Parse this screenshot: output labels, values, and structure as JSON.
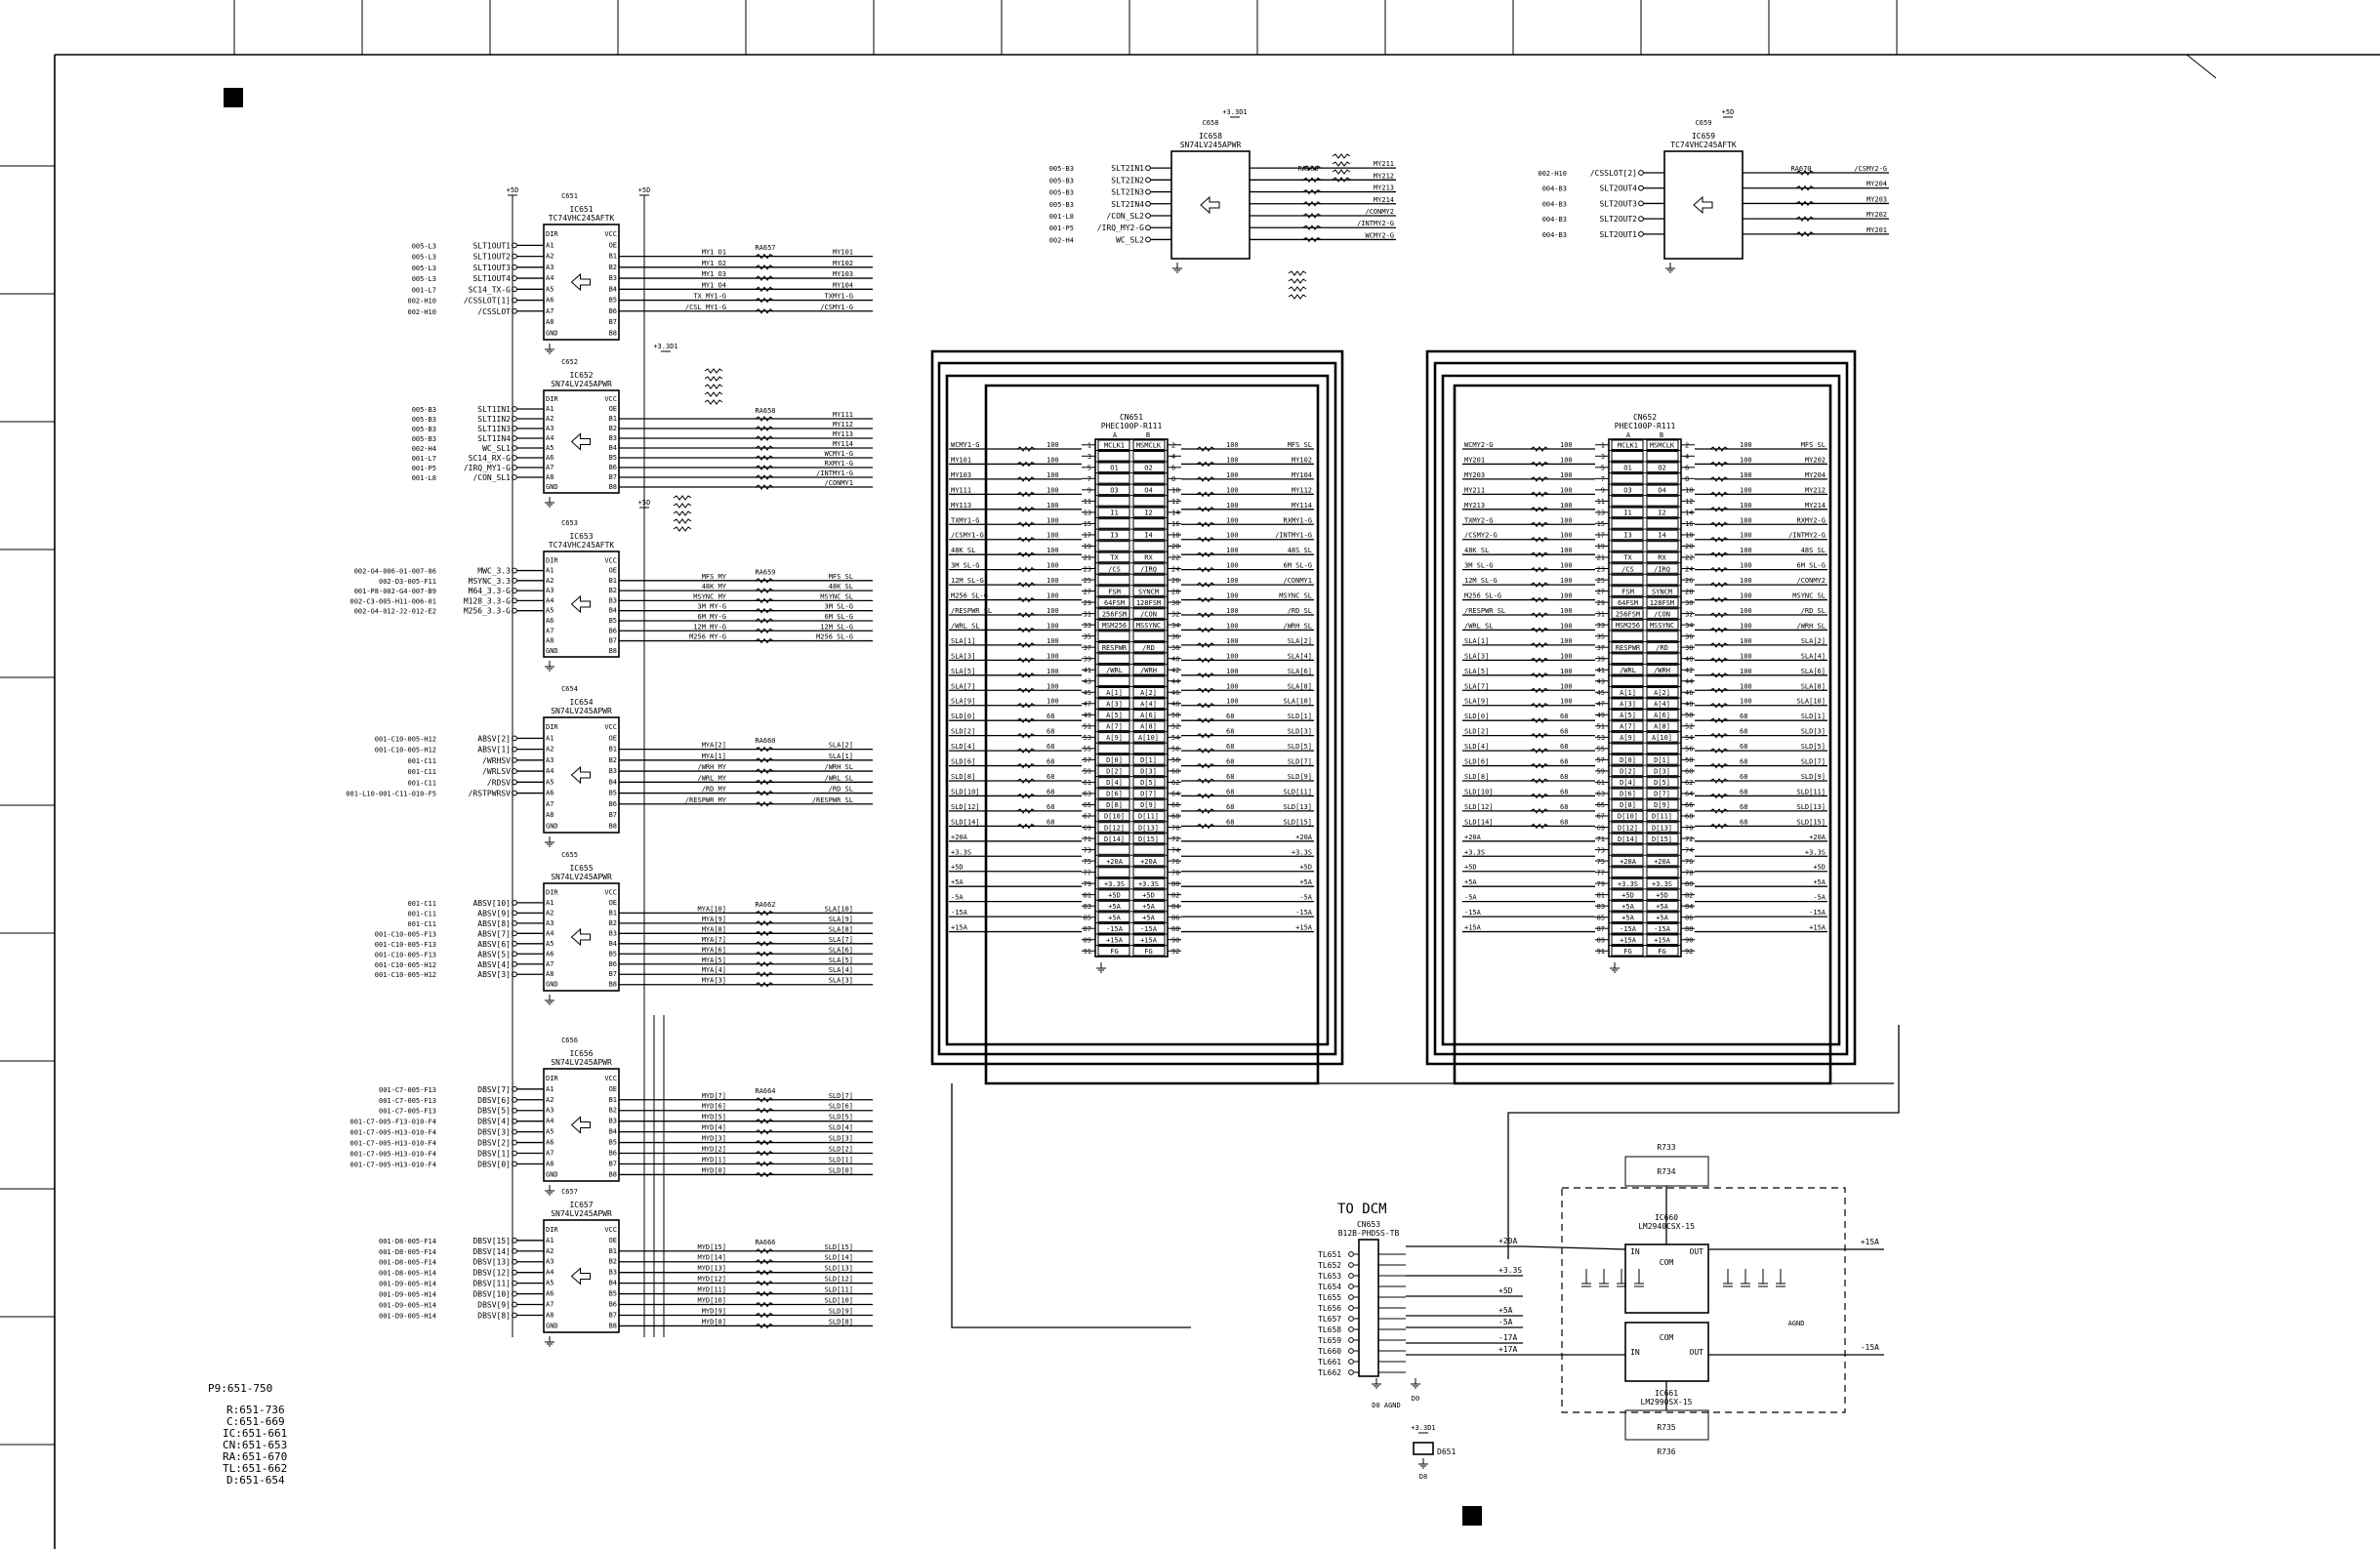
{
  "legend": {
    "lines": [
      "P9:651-750",
      "R:651-736",
      "C:651-669",
      "IC:651-661",
      "CN:651-653",
      "RA:651-670",
      "TL:651-662",
      "D:651-654"
    ]
  },
  "buffers": [
    {
      "id": "IC651",
      "part": "TC74VHC245AFTK",
      "cap": "C651",
      "left": [
        [
          "005-L3",
          "SLT1OUT1"
        ],
        [
          "005-L3",
          "SLT1OUT2"
        ],
        [
          "005-L3",
          "SLT1OUT3"
        ],
        [
          "005-L3",
          "SLT1OUT4"
        ],
        [
          "001-L7",
          "SC14_TX-G"
        ],
        [
          "002-H10",
          "/CSSLOT[1]"
        ],
        [
          "002-H10",
          "/CSSLOT"
        ]
      ],
      "right": [
        "MY1_O1",
        "MY1_O2",
        "MY1_O3",
        "MY1_O4",
        "TX_MY1-G",
        "/CSL_MY1-G"
      ],
      "out": [
        "MY101",
        "MY102",
        "MY103",
        "MY104",
        "TXMY1-G",
        "/CSMY1-G"
      ],
      "ra": "RA657"
    },
    {
      "id": "IC652",
      "part": "SN74LV245APWR",
      "cap": "C652",
      "left": [
        [
          "005-B3",
          "SLT1IN1"
        ],
        [
          "005-B3",
          "SLT1IN2"
        ],
        [
          "005-B3",
          "SLT1IN3"
        ],
        [
          "005-B3",
          "SLT1IN4"
        ],
        [
          "002-H4",
          "WC_SL1"
        ],
        [
          "001-L7",
          "SC14_RX-G"
        ],
        [
          "001-P5",
          "/IRQ_MY1-G"
        ],
        [
          "001-L8",
          "/CON_SL1"
        ]
      ],
      "right": [],
      "out": [
        "MY111",
        "MY112",
        "MY113",
        "MY114",
        "WCMY1-G",
        "RXMY1-G",
        "/INTMY1-G",
        "/CONMY1"
      ],
      "ra": "RA658"
    },
    {
      "id": "IC653",
      "part": "TC74VHC245AFTK",
      "cap": "C653",
      "left": [
        [
          "002-G4-006-01-007-86",
          "MWC_3.3"
        ],
        [
          "002-D3-005-F11",
          "MSYNC_3.3"
        ],
        [
          "001-P8-002-G4-007-B9",
          "M64_3.3-G"
        ],
        [
          "002-C3-005-H11-006-01",
          "M128_3.3-G"
        ],
        [
          "002-G4-012-J2-012-E2",
          "M256_3.3-G"
        ]
      ],
      "right": [
        "MFS_MY",
        "48K_MY",
        "MSYNC_MY",
        "3M_MY-G",
        "6M_MY-G",
        "12M_MY-G",
        "M256_MY-G"
      ],
      "out": [
        "MFS_SL",
        "48K_SL",
        "MSYNC_SL",
        "3M_SL-G",
        "6M_SL-G",
        "12M_SL-G",
        "M256_SL-G"
      ],
      "ra": "RA659"
    },
    {
      "id": "IC654",
      "part": "SN74LV245APWR",
      "cap": "C654",
      "left": [
        [
          "001-C10-005-H12",
          "ABSV[2]"
        ],
        [
          "001-C10-005-H12",
          "ABSV[1]"
        ],
        [
          "001-C11",
          "/WRHSV"
        ],
        [
          "001-C11",
          "/WRLSV"
        ],
        [
          "001-C11",
          "/RDSV"
        ],
        [
          "001-L10-001-C11-010-F5",
          "/RSTPWRSV"
        ]
      ],
      "right": [
        "MYA[2]",
        "MYA[1]",
        "/WRH_MY",
        "/WRL_MY",
        "/RD_MY",
        "/RESPWR_MY"
      ],
      "out": [
        "SLA[2]",
        "SLA[1]",
        "/WRH_SL",
        "/WRL_SL",
        "/RD_SL",
        "/RESPWR_SL"
      ],
      "ra": "RA660"
    },
    {
      "id": "IC655",
      "part": "SN74LV245APWR",
      "cap": "C655",
      "left": [
        [
          "001-C11",
          "ABSV[10]"
        ],
        [
          "001-C11",
          "ABSV[9]"
        ],
        [
          "001-C11",
          "ABSV[8]"
        ],
        [
          "001-C10-005-F13",
          "ABSV[7]"
        ],
        [
          "001-C10-005-F13",
          "ABSV[6]"
        ],
        [
          "001-C10-005-F13",
          "ABSV[5]"
        ],
        [
          "001-C10-005-H12",
          "ABSV[4]"
        ],
        [
          "001-C10-005-H12",
          "ABSV[3]"
        ]
      ],
      "right": [
        "MYA[10]",
        "MYA[9]",
        "MYA[8]",
        "MYA[7]",
        "MYA[6]",
        "MYA[5]",
        "MYA[4]",
        "MYA[3]"
      ],
      "out": [
        "SLA[10]",
        "SLA[9]",
        "SLA[8]",
        "SLA[7]",
        "SLA[6]",
        "SLA[5]",
        "SLA[4]",
        "SLA[3]"
      ],
      "ra": "RA662"
    },
    {
      "id": "IC656",
      "part": "SN74LV245APWR",
      "cap": "C656",
      "left": [
        [
          "001-C7-005-F13",
          "DBSV[7]"
        ],
        [
          "001-C7-005-F13",
          "DBSV[6]"
        ],
        [
          "001-C7-005-F13",
          "DBSV[5]"
        ],
        [
          "001-C7-005-F13-010-F4",
          "DBSV[4]"
        ],
        [
          "001-C7-005-H13-010-F4",
          "DBSV[3]"
        ],
        [
          "001-C7-005-H13-010-F4",
          "DBSV[2]"
        ],
        [
          "001-C7-005-H13-010-F4",
          "DBSV[1]"
        ],
        [
          "001-C7-005-H13-010-F4",
          "DBSV[0]"
        ]
      ],
      "right": [
        "MYD[7]",
        "MYD[6]",
        "MYD[5]",
        "MYD[4]",
        "MYD[3]",
        "MYD[2]",
        "MYD[1]",
        "MYD[0]"
      ],
      "out": [
        "SLD[7]",
        "SLD[6]",
        "SLD[5]",
        "SLD[4]",
        "SLD[3]",
        "SLD[2]",
        "SLD[1]",
        "SLD[0]"
      ],
      "ra": "RA664"
    },
    {
      "id": "IC657",
      "part": "SN74LV245APWR",
      "cap": "C657",
      "left": [
        [
          "001-D8-005-F14",
          "DBSV[15]"
        ],
        [
          "001-D8-005-F14",
          "DBSV[14]"
        ],
        [
          "001-D8-005-F14",
          "DBSV[13]"
        ],
        [
          "001-D8-005-H14",
          "DBSV[12]"
        ],
        [
          "001-D9-005-H14",
          "DBSV[11]"
        ],
        [
          "001-D9-005-H14",
          "DBSV[10]"
        ],
        [
          "001-D9-005-H14",
          "DBSV[9]"
        ],
        [
          "001-D9-005-H14",
          "DBSV[8]"
        ]
      ],
      "right": [
        "MYD[15]",
        "MYD[14]",
        "MYD[13]",
        "MYD[12]",
        "MYD[11]",
        "MYD[10]",
        "MYD[9]",
        "MYD[8]"
      ],
      "out": [
        "SLD[15]",
        "SLD[14]",
        "SLD[13]",
        "SLD[12]",
        "SLD[11]",
        "SLD[10]",
        "SLD[9]",
        "SLD[8]"
      ],
      "ra": "RA666"
    }
  ],
  "top_ics": [
    {
      "id": "IC658",
      "part": "SN74LV245APWR",
      "cap": "C658",
      "supply": "+3.3D1",
      "left": [
        [
          "005-B3",
          "SLT2IN1"
        ],
        [
          "005-B3",
          "SLT2IN2"
        ],
        [
          "005-B3",
          "SLT2IN3"
        ],
        [
          "005-B3",
          "SLT2IN4"
        ],
        [
          "001-L8",
          "/CON_SL2"
        ],
        [
          "001-P5",
          "/IRQ_MY2-G"
        ],
        [
          "002-H4",
          "WC_SL2"
        ]
      ],
      "out": [
        "MY211",
        "MY212",
        "MY213",
        "MY214",
        "/CONMY2",
        "/INTMY2-G",
        "WCMY2-G"
      ],
      "ra": "RA668"
    },
    {
      "id": "IC659",
      "part": "TC74VHC245AFTK",
      "cap": "C659",
      "supply": "+5D",
      "left": [
        [
          "002-H10",
          "/CSSLOT[2]"
        ],
        [
          "004-B3",
          "SLT2OUT4"
        ],
        [
          "004-B3",
          "SLT2OUT3"
        ],
        [
          "004-B3",
          "SLT2OUT2"
        ],
        [
          "004-B3",
          "SLT2OUT1"
        ]
      ],
      "out": [
        "/CSMY2-G",
        "MY204",
        "MY203",
        "MY202",
        "MY201"
      ],
      "ra": "RA670"
    }
  ],
  "connectors": [
    {
      "id": "CN651",
      "part": "PHEC100P-R111",
      "colhead": [
        "A",
        "B"
      ],
      "rows": [
        [
          "MCLK1",
          "MSMCLK"
        ],
        [
          "",
          ""
        ],
        [
          "O1",
          "O2"
        ],
        [
          "",
          ""
        ],
        [
          "O3",
          "O4"
        ],
        [
          "",
          ""
        ],
        [
          "I1",
          "I2"
        ],
        [
          "",
          ""
        ],
        [
          "I3",
          "I4"
        ],
        [
          "",
          ""
        ],
        [
          "TX",
          "RX"
        ],
        [
          "/CS",
          "/IRQ"
        ],
        [
          "",
          ""
        ],
        [
          "FSM",
          "SYNCM"
        ],
        [
          "64FSM",
          "128FSM"
        ],
        [
          "256FSM",
          "/CON"
        ],
        [
          "MSM256",
          "MSSYNC"
        ],
        [
          "",
          ""
        ],
        [
          "RESPWR",
          "/RD"
        ],
        [
          "",
          ""
        ],
        [
          "/WRL",
          "/WRH"
        ],
        [
          "",
          ""
        ],
        [
          "A[1]",
          "A[2]"
        ],
        [
          "A[3]",
          "A[4]"
        ],
        [
          "A[5]",
          "A[6]"
        ],
        [
          "A[7]",
          "A[8]"
        ],
        [
          "A[9]",
          "A[10]"
        ],
        [
          "",
          ""
        ],
        [
          "D[0]",
          "D[1]"
        ],
        [
          "D[2]",
          "D[3]"
        ],
        [
          "D[4]",
          "D[5]"
        ],
        [
          "D[6]",
          "D[7]"
        ],
        [
          "D[8]",
          "D[9]"
        ],
        [
          "D[10]",
          "D[11]"
        ],
        [
          "D[12]",
          "D[13]"
        ],
        [
          "D[14]",
          "D[15]"
        ],
        [
          "",
          ""
        ],
        [
          "+20A",
          "+20A"
        ],
        [
          "",
          ""
        ],
        [
          "+3.3S",
          "+3.3S"
        ],
        [
          "+5D",
          "+5D"
        ],
        [
          "+5A",
          "+5A"
        ],
        [
          "+5A",
          "+5A"
        ],
        [
          "-15A",
          "-15A"
        ],
        [
          "+15A",
          "+15A"
        ],
        [
          "FG",
          "FG"
        ]
      ],
      "left_nets": [
        "WCMY1-G",
        "MY101",
        "MY103",
        "MY111",
        "MY113",
        "TXMY1-G",
        "/CSMY1-G",
        "48K_SL",
        "3M_SL-G",
        "12M_SL-G",
        "M256_SL-G",
        "/RESPWR_SL",
        "/WRL_SL",
        "SLA[1]",
        "SLA[3]",
        "SLA[5]",
        "SLA[7]",
        "SLA[9]",
        "SLD[0]",
        "SLD[2]",
        "SLD[4]",
        "SLD[6]",
        "SLD[8]",
        "SLD[10]",
        "SLD[12]",
        "SLD[14]",
        "+20A",
        "+3.3S",
        "+5D",
        "+5A",
        "-5A",
        "-15A",
        "+15A"
      ],
      "right_nets": [
        "MFS_SL",
        "MY102",
        "MY104",
        "MY112",
        "MY114",
        "RXMY1-G",
        "/INTMY1-G",
        "48S_SL",
        "6M_SL-G",
        "/CONMY1",
        "MSYNC_SL",
        "/RD_SL",
        "/WRH_SL",
        "SLA[2]",
        "SLA[4]",
        "SLA[6]",
        "SLA[8]",
        "SLA[10]",
        "SLD[1]",
        "SLD[3]",
        "SLD[5]",
        "SLD[7]",
        "SLD[9]",
        "SLD[11]",
        "SLD[13]",
        "SLD[15]",
        "+20A",
        "+3.3S",
        "+5D",
        "+5A",
        "-5A",
        "-15A",
        "+15A"
      ]
    },
    {
      "id": "CN652",
      "part": "PHEC100P-R111",
      "colhead": [
        "A",
        "B"
      ],
      "rows": [
        [
          "MCLK1",
          "MSMCLK"
        ],
        [
          "",
          ""
        ],
        [
          "O1",
          "O2"
        ],
        [
          "",
          ""
        ],
        [
          "O3",
          "O4"
        ],
        [
          "",
          ""
        ],
        [
          "I1",
          "I2"
        ],
        [
          "",
          ""
        ],
        [
          "I3",
          "I4"
        ],
        [
          "",
          ""
        ],
        [
          "TX",
          "RX"
        ],
        [
          "/CS",
          "/IRQ"
        ],
        [
          "",
          ""
        ],
        [
          "FSM",
          "SYNCM"
        ],
        [
          "64FSM",
          "128FSM"
        ],
        [
          "256FSM",
          "/CON"
        ],
        [
          "MSM256",
          "MSSYNC"
        ],
        [
          "",
          ""
        ],
        [
          "RESPWR",
          "/RD"
        ],
        [
          "",
          ""
        ],
        [
          "/WRL",
          "/WRH"
        ],
        [
          "",
          ""
        ],
        [
          "A[1]",
          "A[2]"
        ],
        [
          "A[3]",
          "A[4]"
        ],
        [
          "A[5]",
          "A[6]"
        ],
        [
          "A[7]",
          "A[8]"
        ],
        [
          "A[9]",
          "A[10]"
        ],
        [
          "",
          ""
        ],
        [
          "D[0]",
          "D[1]"
        ],
        [
          "D[2]",
          "D[3]"
        ],
        [
          "D[4]",
          "D[5]"
        ],
        [
          "D[6]",
          "D[7]"
        ],
        [
          "D[8]",
          "D[9]"
        ],
        [
          "D[10]",
          "D[11]"
        ],
        [
          "D[12]",
          "D[13]"
        ],
        [
          "D[14]",
          "D[15]"
        ],
        [
          "",
          ""
        ],
        [
          "+20A",
          "+20A"
        ],
        [
          "",
          ""
        ],
        [
          "+3.3S",
          "+3.3S"
        ],
        [
          "+5D",
          "+5D"
        ],
        [
          "+5A",
          "+5A"
        ],
        [
          "+5A",
          "+5A"
        ],
        [
          "-15A",
          "-15A"
        ],
        [
          "+15A",
          "+15A"
        ],
        [
          "FG",
          "FG"
        ]
      ],
      "left_nets": [
        "WCMY2-G",
        "MY201",
        "MY203",
        "MY211",
        "MY213",
        "TXMY2-G",
        "/CSMY2-G",
        "48K_SL",
        "3M_SL-G",
        "12M_SL-G",
        "M256_SL-G",
        "/RESPWR_SL",
        "/WRL_SL",
        "SLA[1]",
        "SLA[3]",
        "SLA[5]",
        "SLA[7]",
        "SLA[9]",
        "SLD[0]",
        "SLD[2]",
        "SLD[4]",
        "SLD[6]",
        "SLD[8]",
        "SLD[10]",
        "SLD[12]",
        "SLD[14]",
        "+20A",
        "+3.3S",
        "+5D",
        "+5A",
        "-5A",
        "-15A",
        "+15A"
      ],
      "right_nets": [
        "MFS_SL",
        "MY202",
        "MY204",
        "MY212",
        "MY214",
        "RXMY2-G",
        "/INTMY2-G",
        "48S_SL",
        "6M_SL-G",
        "/CONMY2",
        "MSYNC_SL",
        "/RD_SL",
        "/WRH_SL",
        "SLA[2]",
        "SLA[4]",
        "SLA[6]",
        "SLA[8]",
        "SLA[10]",
        "SLD[1]",
        "SLD[3]",
        "SLD[5]",
        "SLD[7]",
        "SLD[9]",
        "SLD[11]",
        "SLD[13]",
        "SLD[15]",
        "+20A",
        "+3.3S",
        "+5D",
        "+5A",
        "-5A",
        "-15A",
        "+15A"
      ]
    }
  ],
  "power": {
    "to_dcm": "TO DCM",
    "cn653": "CN653",
    "cn653_part": "B12B-PHDSS-TB",
    "tls": [
      "TL651",
      "TL652",
      "TL653",
      "TL654",
      "TL655",
      "TL656",
      "TL657",
      "TL658",
      "TL659",
      "TL660",
      "TL661",
      "TL662"
    ],
    "rails": [
      "+20A",
      "+3.3S",
      "+5D",
      "+5A",
      "-5A",
      "-17A",
      "+17A"
    ],
    "ic660": "IC660",
    "ic660_part": "LM2940CSX-15",
    "ic661": "IC661",
    "ic661_part": "LM2990SX-15",
    "com": "COM",
    "in_lbl": "IN",
    "out_lbl": "OUT",
    "plus15": "+15A",
    "minus15": "-15A",
    "agnd": "AGND",
    "r733": "R733",
    "r734": "R734",
    "r735": "R735",
    "r736": "R736",
    "d_small": "D651",
    "d_label": "D8",
    "dgnd": "D0",
    "d_agnd": "D0 AGND"
  },
  "supplies": {
    "p5d": "+5D",
    "p33": "+3.3D1"
  },
  "resistor_val": "100",
  "resistor_val68": "68"
}
